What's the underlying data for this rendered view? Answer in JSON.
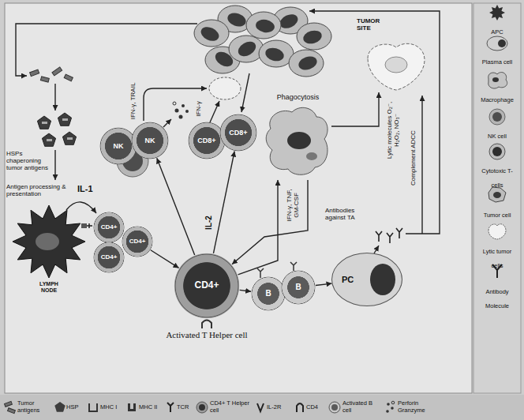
{
  "diagram": {
    "nodes": [
      {
        "text": [
          "TUMOR SITE"
        ]
      },
      {
        "text": [
          "NK"
        ]
      },
      {
        "text": [
          "NK"
        ]
      },
      {
        "text": [
          "CD8+"
        ]
      },
      {
        "text": [
          "CD8+"
        ]
      },
      {
        "text": [
          "Phagocytosis"
        ]
      },
      {
        "text": [
          "CD4+"
        ]
      },
      {
        "text": [
          "CD4+"
        ]
      },
      {
        "text": [
          "CD4+"
        ]
      },
      {
        "text": [
          "CD4+",
          "Activated T Helper cell"
        ]
      },
      {
        "text": [
          "B"
        ]
      },
      {
        "text": [
          "B"
        ]
      },
      {
        "text": [
          "PC"
        ]
      }
    ],
    "edges": [
      {
        "from": 8,
        "to": 9,
        "arrow": "to"
      },
      {
        "from": 9,
        "to": 2,
        "arrow": "to"
      },
      {
        "from": 9,
        "to": 4,
        "label": "IL-2",
        "arrow": "to"
      },
      {
        "from": 9,
        "to": 5,
        "label": "IFN-γ, TNF, GM-CSF",
        "arrow": "to"
      },
      {
        "from": 5,
        "to": 9,
        "arrow": "to"
      },
      {
        "from": 9,
        "to": 10,
        "arrow": "to"
      },
      {
        "from": 11,
        "to": 12,
        "arrow": "to"
      },
      {
        "from": 5,
        "to": 0,
        "label": "Lytic molecules O₂⁻, H₂O₂, NO₃⁻",
        "arrow": "to"
      }
    ],
    "labels": [
      "HSPs chaperoning tumor antigens",
      "Antigen processing & presentation",
      "IL-1",
      "LYMPH NODE",
      "IFN-γ, TRAIL",
      "IFN-γ",
      "Complement ADCC",
      "Antibodies against TA"
    ],
    "legend": [
      {
        "text": "APC"
      },
      {
        "text": "Plasma cell"
      },
      {
        "text": "Macrophage"
      },
      {
        "text": "NK cell"
      },
      {
        "text": "Cytotoxic T-cells"
      },
      {
        "text": "Tumor cell"
      },
      {
        "text": "Lytic tumor cells"
      },
      {
        "text": "Antibody Molecule"
      },
      {
        "text": "Tumor antigens"
      },
      {
        "text": "HSP"
      },
      {
        "text": "MHC I"
      },
      {
        "text": "MHC II"
      },
      {
        "text": "TCR"
      },
      {
        "text": "CD4+ T Helper cell"
      },
      {
        "text": "IL-2R"
      },
      {
        "text": "CD4"
      },
      {
        "text": "Activated B cell"
      },
      {
        "text": "Perforin Granzyme"
      }
    ]
  }
}
